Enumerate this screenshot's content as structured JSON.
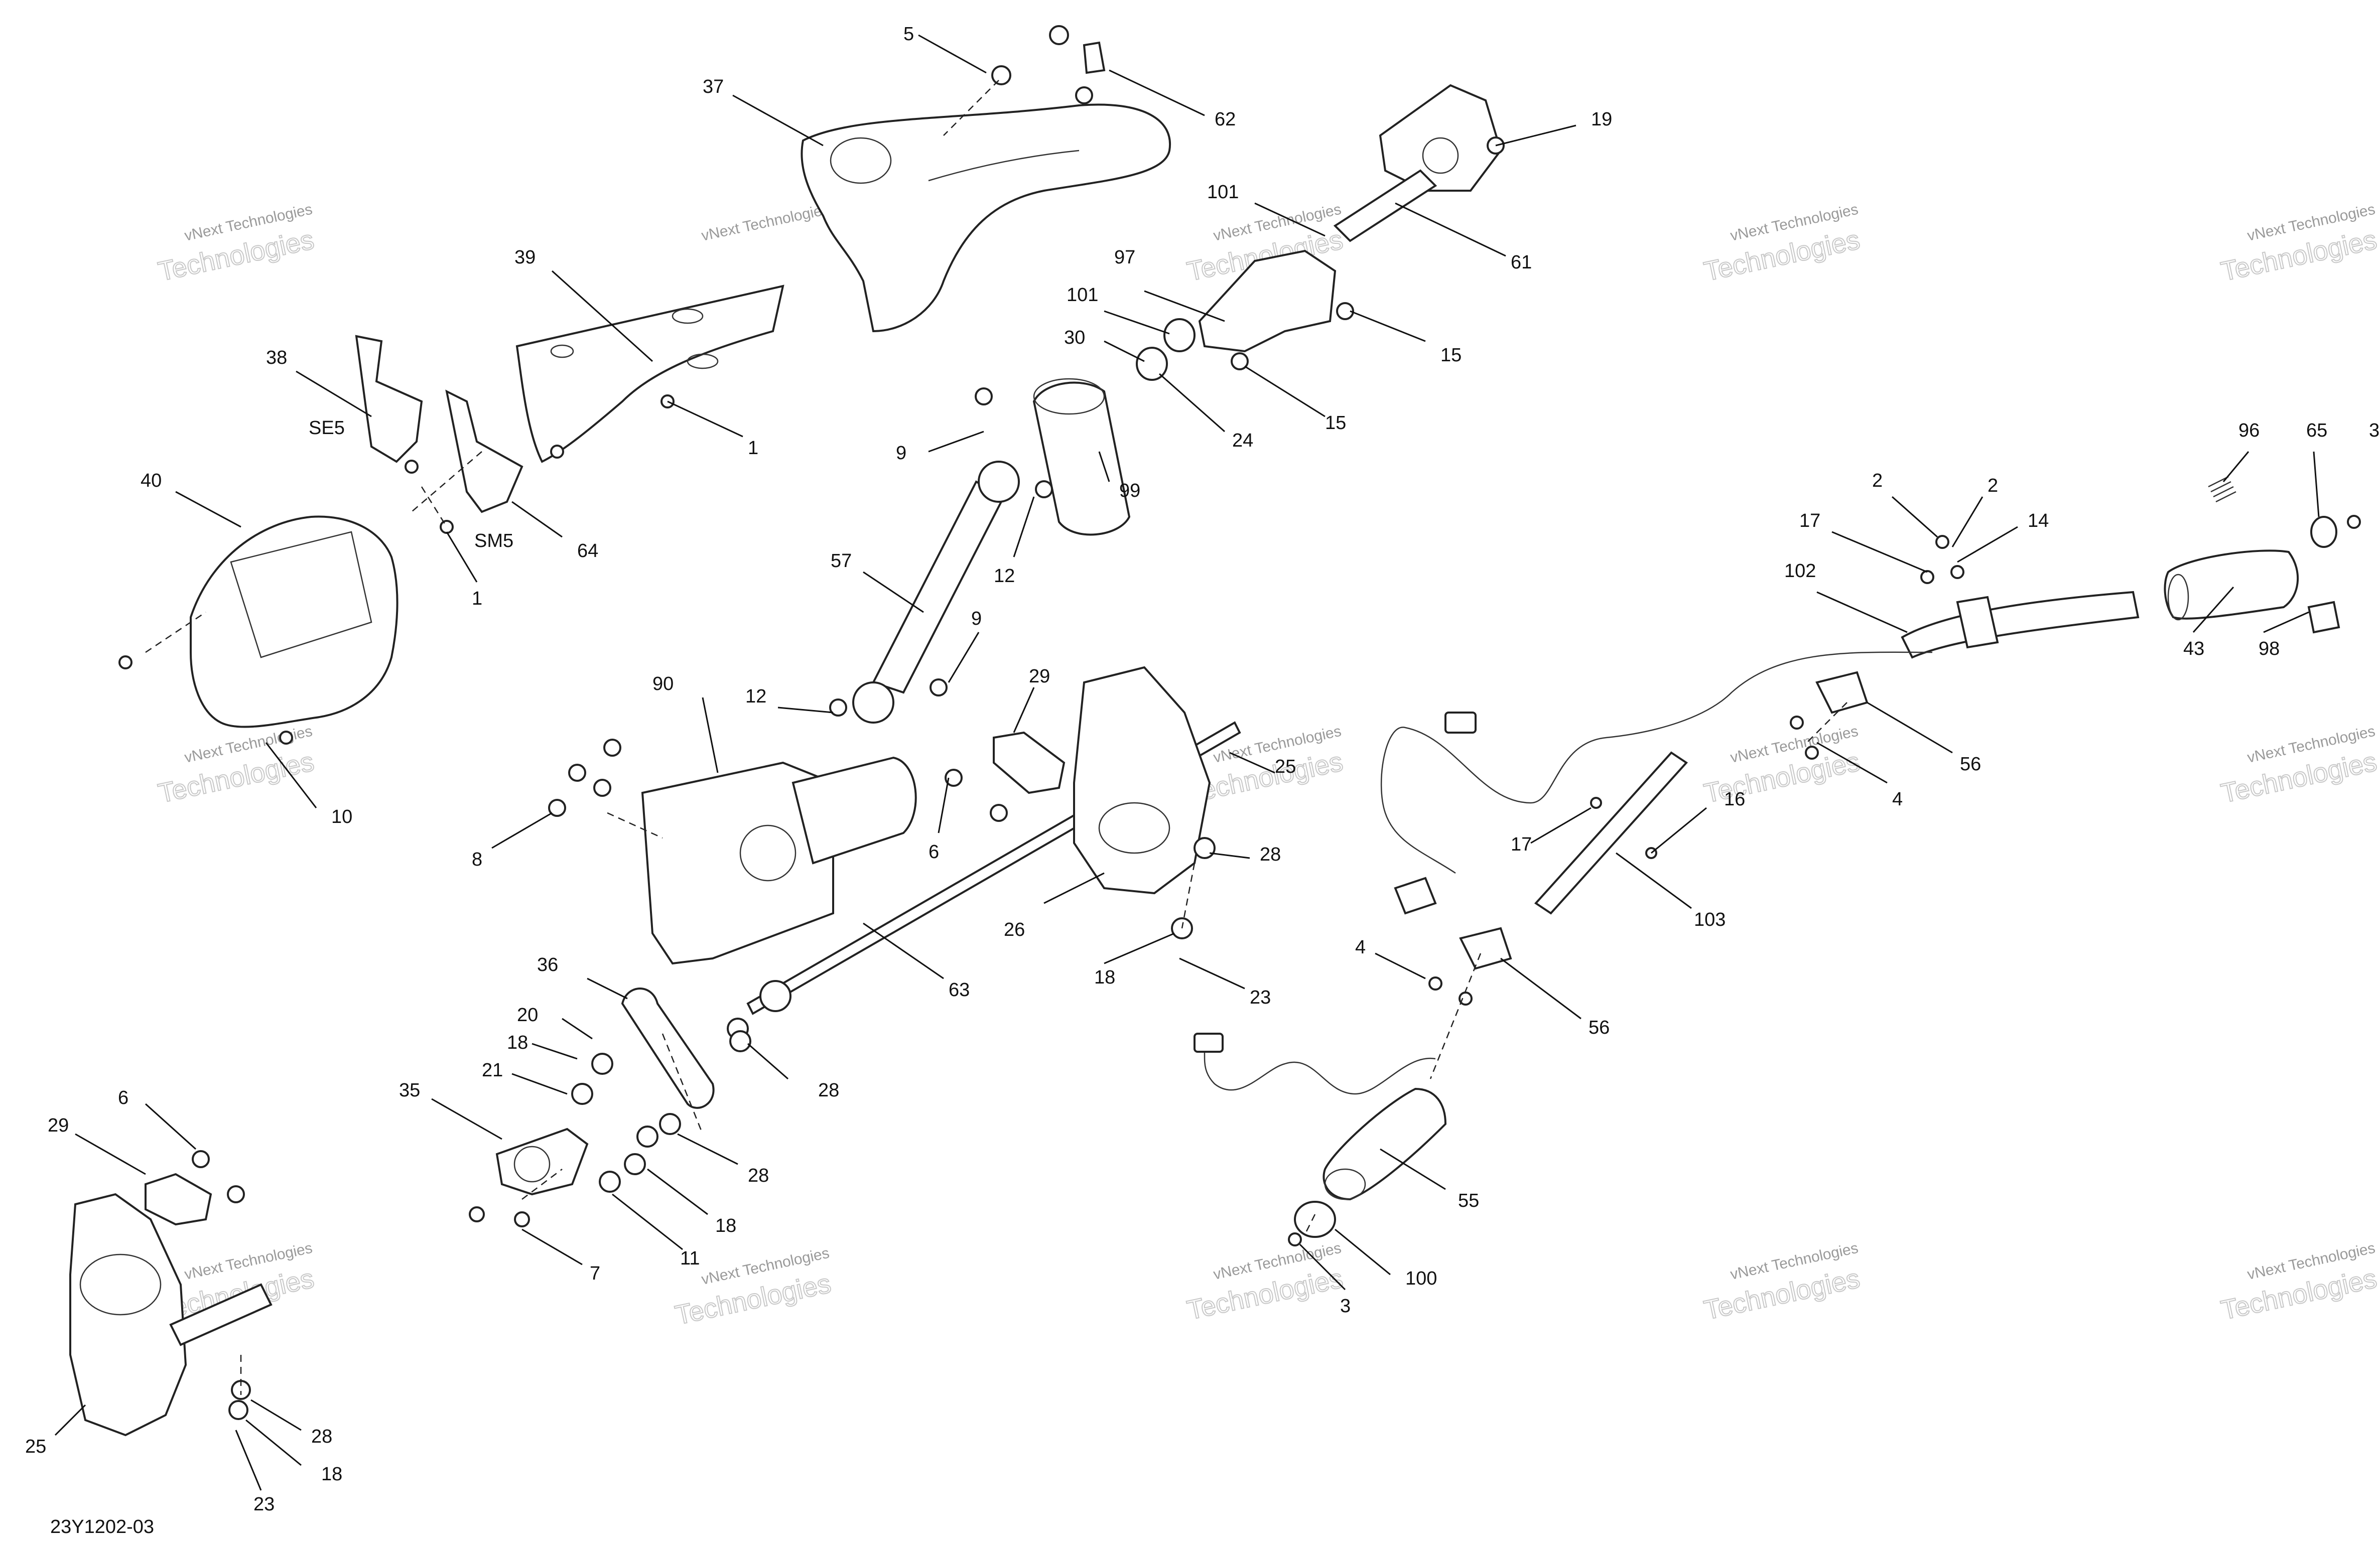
{
  "diagram_code": "23Y1202-03",
  "watermark_line1": "vNext Technologies",
  "watermark_line2": "Technologies",
  "callouts": {
    "c5": "5",
    "c62": "62",
    "c37": "37",
    "c19": "19",
    "c61": "61",
    "c101a": "101",
    "c101b": "101",
    "c97": "97",
    "c30": "30",
    "c15a": "15",
    "c15b": "15",
    "c24": "24",
    "c39": "39",
    "c38": "38",
    "cSE5": "SE5",
    "c1a": "1",
    "c1b": "1",
    "cSM5": "SM5",
    "c64": "64",
    "c40": "40",
    "c9a": "9",
    "c9b": "9",
    "c99": "99",
    "c12a": "12",
    "c12b": "12",
    "c57": "57",
    "c90": "90",
    "c29a": "29",
    "c29b": "29",
    "c10": "10",
    "c8": "8",
    "c6a": "6",
    "c6b": "6",
    "c25a": "25",
    "c25b": "25",
    "c26": "26",
    "c28a": "28",
    "c28b": "28",
    "c28c": "28",
    "c28d": "28",
    "c18a": "18",
    "c18b": "18",
    "c18c": "18",
    "c18d": "18",
    "c23a": "23",
    "c23b": "23",
    "c63": "63",
    "c36": "36",
    "c20": "20",
    "c21": "21",
    "c35": "35",
    "c7": "7",
    "c11": "11",
    "c96": "96",
    "c65": "65",
    "c3a": "3",
    "c2a": "2",
    "c2b": "2",
    "c14": "14",
    "c17a": "17",
    "c17b": "17",
    "c102": "102",
    "c43": "43",
    "c98": "98",
    "c56a": "56",
    "c56b": "56",
    "c4a": "4",
    "c4b": "4",
    "c16": "16",
    "c103": "103",
    "c55": "55",
    "c100": "100",
    "c3b": "3"
  }
}
